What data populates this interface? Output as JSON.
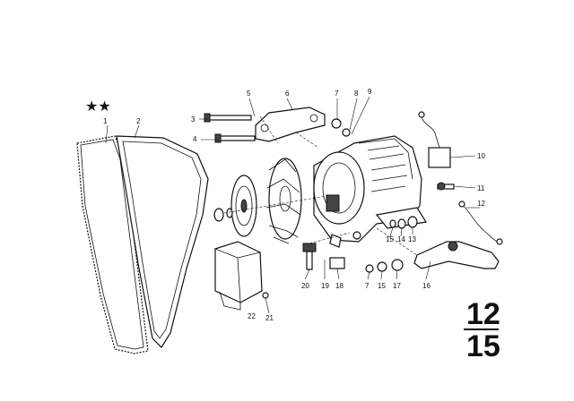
{
  "marker": "★★",
  "page_code": {
    "top": "12",
    "bottom": "15"
  },
  "callouts": [
    "1",
    "2",
    "3",
    "4",
    "5",
    "6",
    "7",
    "8",
    "9",
    "10",
    "11",
    "12",
    "13",
    "14",
    "15",
    "7",
    "15",
    "17",
    "16",
    "19",
    "18",
    "20",
    "21",
    "22"
  ],
  "icons": [
    "v-belt-icon",
    "toothed-belt-icon",
    "alternator-icon",
    "pulley-icon",
    "fan-icon",
    "bolt-icon",
    "nut-icon",
    "washer-icon",
    "bracket-icon",
    "regulator-icon",
    "cable-icon",
    "cover-icon"
  ]
}
